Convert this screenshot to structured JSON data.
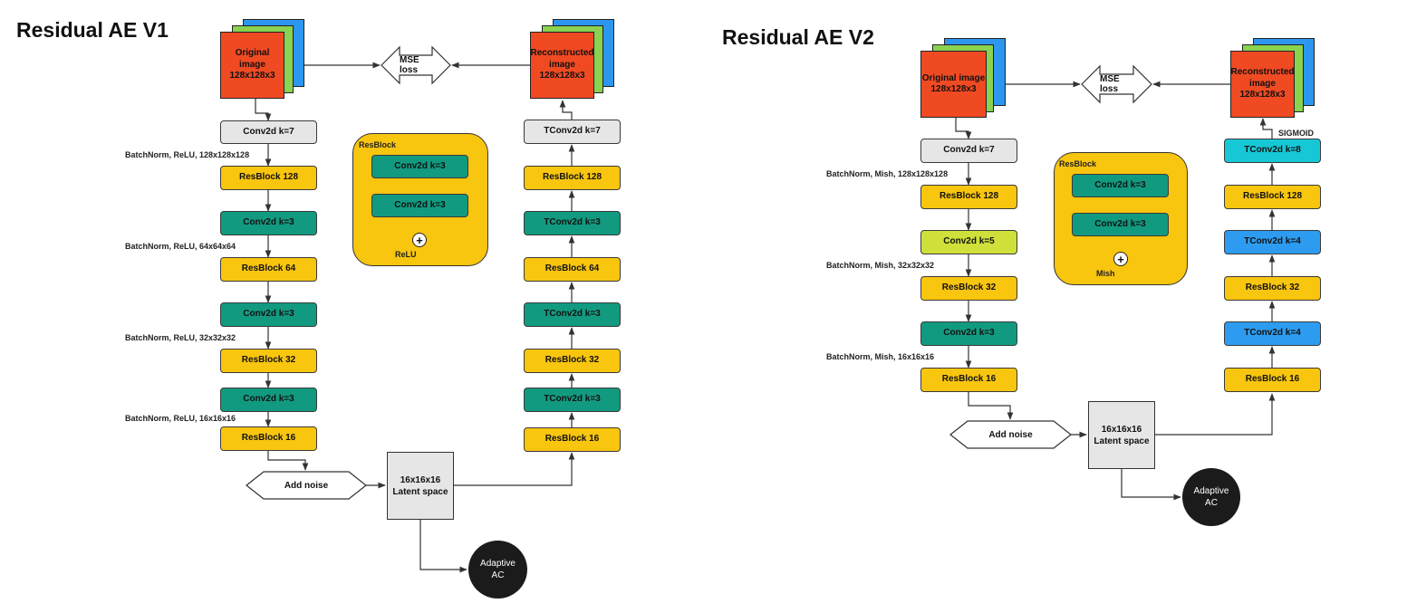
{
  "v1": {
    "title": "Residual AE V1",
    "original": {
      "line1": "Original image",
      "line2": "128x128x3"
    },
    "reconstructed": {
      "line1": "Reconstructed",
      "line2": "image",
      "line3": "128x128x3"
    },
    "loss": "MSE loss",
    "encoder": [
      "Conv2d k=7",
      "ResBlock 128",
      "Conv2d k=3",
      "ResBlock 64",
      "Conv2d k=3",
      "ResBlock 32",
      "Conv2d k=3",
      "ResBlock 16"
    ],
    "annotations": [
      "BatchNorm, ReLU, 128x128x128",
      "BatchNorm, ReLU, 64x64x64",
      "BatchNorm, ReLU, 32x32x32",
      "BatchNorm, ReLU, 16x16x16"
    ],
    "decoder": [
      "TConv2d k=7",
      "ResBlock 128",
      "TConv2d k=3",
      "ResBlock 64",
      "TConv2d k=3",
      "ResBlock 32",
      "TConv2d k=3",
      "ResBlock 16"
    ],
    "noise": "Add noise",
    "latent": {
      "line1": "16x16x16",
      "line2": "Latent space"
    },
    "adaptive": {
      "line1": "Adaptive",
      "line2": "AC"
    },
    "resblock": {
      "title": "ResBlock",
      "conv1": "Conv2d k=3",
      "conv2": "Conv2d k=3",
      "plus": "+",
      "activation": "ReLU"
    }
  },
  "v2": {
    "title": "Residual AE V2",
    "original": {
      "line1": "Original image",
      "line2": "128x128x3"
    },
    "reconstructed": {
      "line1": "Reconstructed",
      "line2": "image",
      "line3": "128x128x3"
    },
    "loss": "MSE loss",
    "encoder": [
      "Conv2d k=7",
      "ResBlock 128",
      "Conv2d k=5",
      "ResBlock 32",
      "Conv2d k=3",
      "ResBlock 16"
    ],
    "annotations": [
      "BatchNorm, Mish, 128x128x128",
      "BatchNorm, Mish, 32x32x32",
      "BatchNorm, Mish, 16x16x16"
    ],
    "decoder": [
      "TConv2d k=8",
      "ResBlock 128",
      "TConv2d k=4",
      "ResBlock 32",
      "TConv2d k=4",
      "ResBlock 16"
    ],
    "sigmoid": "SIGMOID",
    "noise": "Add noise",
    "latent": {
      "line1": "16x16x16",
      "line2": "Latent space"
    },
    "adaptive": {
      "line1": "Adaptive",
      "line2": "AC"
    },
    "resblock": {
      "title": "ResBlock",
      "conv1": "Conv2d k=3",
      "conv2": "Conv2d k=3",
      "plus": "+",
      "activation": "Mish"
    }
  }
}
